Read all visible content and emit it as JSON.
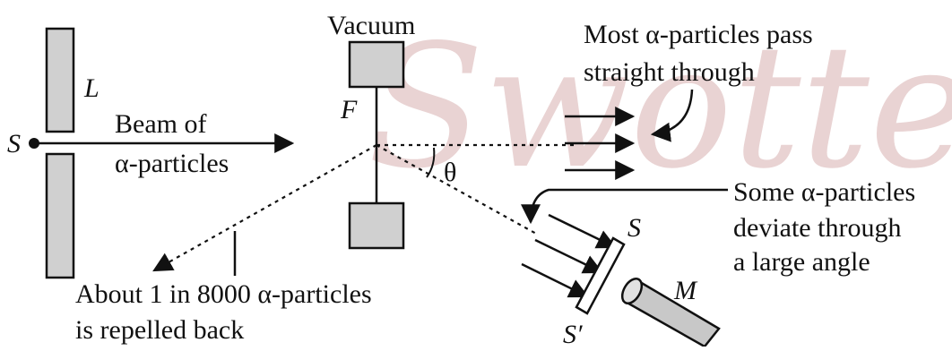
{
  "watermark": "Swottes",
  "labels": {
    "source": "S",
    "lead_slit": "L",
    "beam_line1": "Beam of",
    "beam_line2": "α-particles",
    "vacuum": "Vacuum",
    "foil": "F",
    "theta": "θ",
    "pass_line1": "Most α-particles pass",
    "pass_line2": "straight through",
    "deviate_line1": "Some α-particles",
    "deviate_line2": "deviate through",
    "deviate_line3": "a large angle",
    "repel_line1": "About 1 in 8000 α-particles",
    "repel_line2": "is repelled back",
    "screen_top": "S",
    "screen_bottom": "S′",
    "microscope": "M"
  },
  "colors": {
    "ink": "#111111",
    "block_fill": "#d0d0d0",
    "microscope_fill": "#c8c8c8",
    "watermark": "#e9d3d3"
  }
}
